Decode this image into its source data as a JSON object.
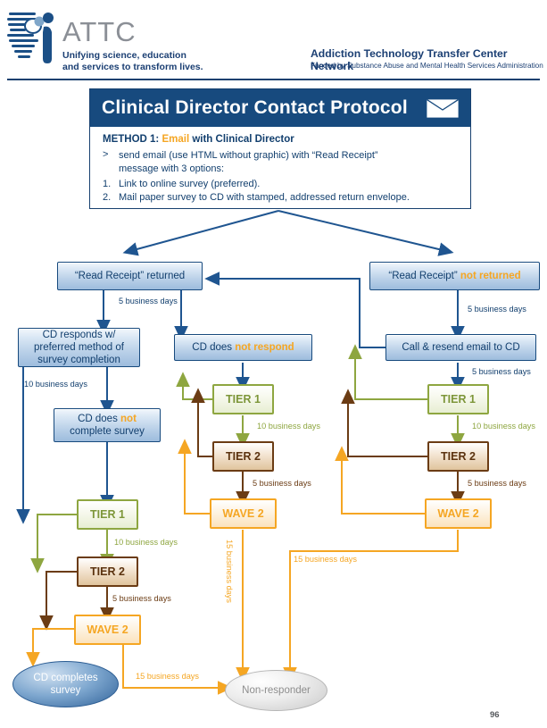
{
  "header": {
    "logo_icon": "attc-swoosh-logo",
    "brand": "ATTC",
    "tagline_line1": "Unifying science, education",
    "tagline_line2": "and services to transform lives.",
    "network_name": "Addiction Technology Transfer Center Network",
    "funding": "Funded by Substance Abuse and Mental Health Services Administration"
  },
  "panel": {
    "title": "Clinical Director Contact Protocol",
    "envelope_icon": "envelope-icon",
    "method_prefix": "METHOD 1:",
    "method_keyword": "Email",
    "method_suffix": " with Clinical Director",
    "bullet_marker": ">",
    "bullet_line1": "send email (use HTML without graphic) with “Read Receipt”",
    "bullet_line2": "message with 3 options:",
    "item1_num": "1.",
    "item1_text": "Link to online survey (preferred).",
    "item2_num": "2.",
    "item2_text": "Mail paper survey to CD with stamped, addressed return envelope."
  },
  "nodes": {
    "receipt_returned": "“Read Receipt” returned",
    "receipt_not_returned_prefix": "“Read Receipt” ",
    "receipt_not_returned_kw": "not returned",
    "cd_responds_l1": "CD responds w/",
    "cd_responds_l2": "preferred method of",
    "cd_responds_l3": "survey completion",
    "cd_not_respond_prefix": "CD does ",
    "cd_not_respond_kw": "not respond",
    "call_resend": "Call & resend email to CD",
    "cd_not_complete_l1_prefix": "CD does ",
    "cd_not_complete_l1_kw": "not",
    "cd_not_complete_l2": "complete survey",
    "tier1": "TIER 1",
    "tier2": "TIER 2",
    "wave2": "WAVE 2",
    "cd_completes_l1": "CD completes",
    "cd_completes_l2": "survey",
    "non_responder": "Non-responder"
  },
  "edge_labels": {
    "d5": "5 business days",
    "d10": "10 business days",
    "d15": "15 business days",
    "d15_wide": "15  business days"
  },
  "colors": {
    "navy": "#174a7e",
    "panel_header": "#174a7e",
    "orange": "#f5a623",
    "olive": "#8ea640",
    "brown": "#6b3c14",
    "grey": "#8d8d8d"
  },
  "page_number": "96"
}
